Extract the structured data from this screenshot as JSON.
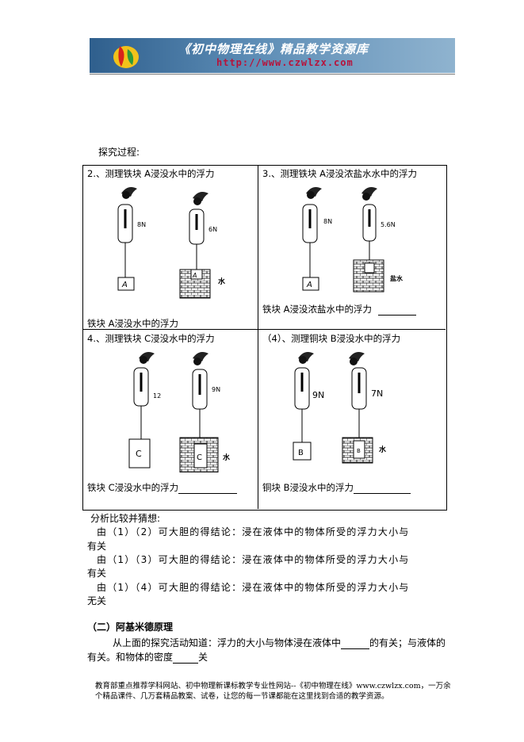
{
  "banner": {
    "title": "《初中物理在线》精品教学资源库",
    "url": "http://www.czwlzx.com"
  },
  "section_intro": "探究过程:",
  "cells": {
    "c2": {
      "title": "2.、测理铁块 A浸没水中的浮力",
      "spring1_reading": "8N",
      "spring2_reading": "6N",
      "block_label": "A",
      "liquid_label": "水",
      "result": "铁块 A浸没水中的浮力"
    },
    "c3": {
      "title": "3.、测理铁块 A浸没浓盐水水中的浮力",
      "spring1_reading": "8N",
      "spring2_reading": "5.6N",
      "block_label": "A",
      "liquid_label": "盐水",
      "result": "铁块 A浸没浓盐水中的浮力"
    },
    "c4": {
      "title": "4.、测理铁块 C浸没水中的浮力",
      "spring1_reading": "12",
      "spring2_reading": "9N",
      "block_label": "C",
      "liquid_label": "水",
      "result": "铁块 C浸没水中的浮力"
    },
    "c5": {
      "title": "（4）、测理铜块 B浸没水中的浮力",
      "spring1_reading": "9N",
      "spring2_reading": "7N",
      "block_label": "B",
      "liquid_label": "水",
      "result": "铜块 B浸没水中的浮力"
    }
  },
  "analysis": {
    "heading": "分析比较并猜想:",
    "line1a": "由（1）（2）可大胆的得结论：浸在液体中的物体所受的浮力大小与",
    "line1b": "有关",
    "line2a": "由（1）（3）可大胆的得结论：浸在液体中的物体所受的浮力大小与",
    "line2b": "有关",
    "line3a": "由（1）（4）可大胆的得结论：浸在液体中的物体所受的浮力大小与",
    "line3b": "无关"
  },
  "archimedes": {
    "heading": "（二）阿基米德原理",
    "line1_a": "从上面的探究活动知道：浮力的大小与物体浸在液体中",
    "line1_b": "的有关；与液体的",
    "line2_a": "有关。和物体的密度",
    "line2_b": "关"
  },
  "footer": {
    "line1": "教育部重点推荐学科网站、初中物理新课标教学专业性网站--《初中物理在线》www.czwlzx.com，一万余",
    "line2": "个精品课件、几万套精品教案、试卷，让您的每一节课都能在这里找到合适的教学资源。"
  }
}
